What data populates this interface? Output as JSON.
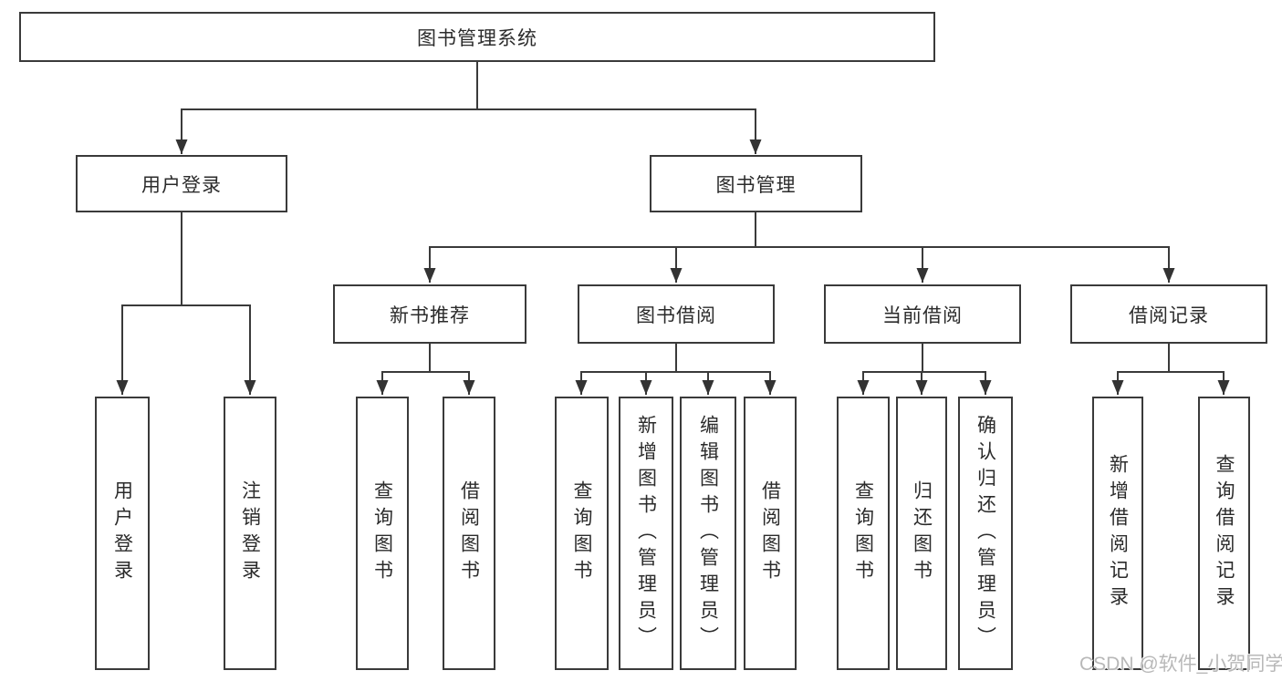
{
  "diagram_title": "图书管理系统",
  "colors": {
    "line": "#3a3a3a",
    "node_text": "#2b2b2b",
    "watermark": "#b8b8b8"
  },
  "nodes": {
    "root": "图书管理系统",
    "l2": [
      {
        "label": "用户登录",
        "children": [
          "用户登录",
          "注销登录"
        ]
      },
      {
        "label": "图书管理"
      }
    ],
    "l3": [
      {
        "label": "新书推荐",
        "children": [
          "查询图书",
          "借阅图书"
        ]
      },
      {
        "label": "图书借阅",
        "children": [
          "查询图书",
          "新增图书（管理员）",
          "编辑图书（管理员）",
          "借阅图书"
        ]
      },
      {
        "label": "当前借阅",
        "children": [
          "查询图书",
          "归还图书",
          "确认归还（管理员）"
        ]
      },
      {
        "label": "借阅记录",
        "children": [
          "新增借阅记录",
          "查询借阅记录"
        ]
      }
    ]
  },
  "watermark": {
    "text": "CSDN @软件_小贺同学"
  }
}
